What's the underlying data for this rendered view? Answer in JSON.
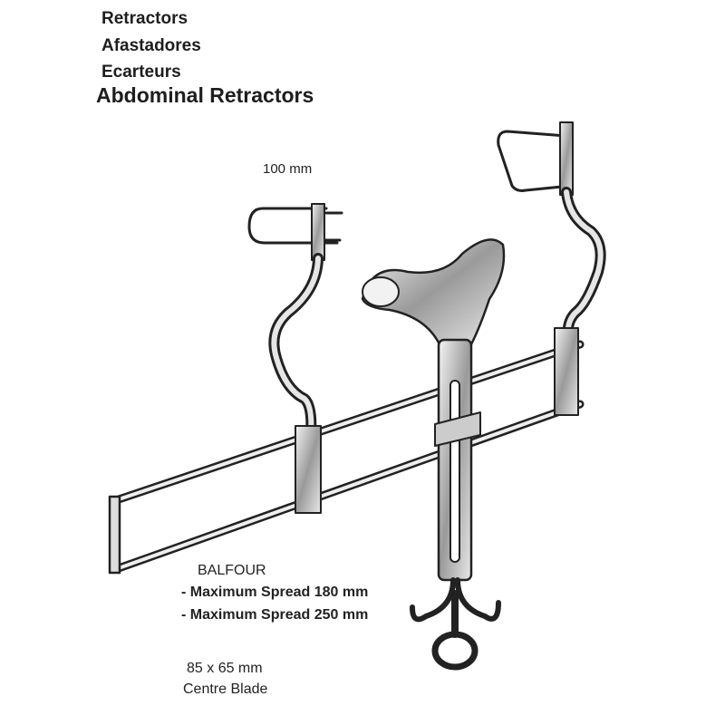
{
  "headings": [
    "Retractors",
    "Afastadores",
    "Ecarteurs"
  ],
  "title": "Abdominal Retractors",
  "blade_size": "100 mm",
  "model": "BALFOUR",
  "specs": [
    "- Maximum Spread 180 mm",
    "- Maximum Spread 250 mm"
  ],
  "centre_blade_size": "85 x 65 mm",
  "centre_blade_label": "Centre Blade"
}
